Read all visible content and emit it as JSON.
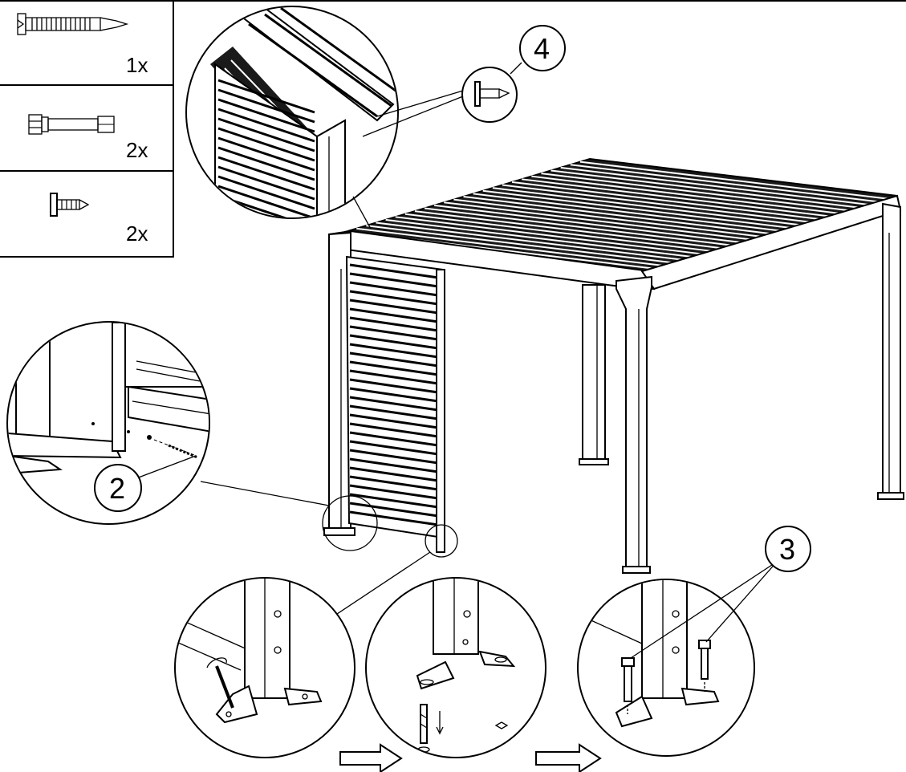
{
  "parts_table": [
    {
      "icon": "self-drilling-screw-icon",
      "quantity": "1x"
    },
    {
      "icon": "expansion-anchor-bolt-icon",
      "quantity": "2x"
    },
    {
      "icon": "short-screw-icon",
      "quantity": "2x"
    }
  ],
  "callouts": [
    {
      "id": "callout-2",
      "number": "2"
    },
    {
      "id": "callout-3",
      "number": "3"
    },
    {
      "id": "callout-4",
      "number": "4"
    }
  ],
  "colors": {
    "line": "#000000",
    "background": "#ffffff",
    "slat_fill": "#1a1a1a",
    "arrow_fill": "#ffffff"
  }
}
